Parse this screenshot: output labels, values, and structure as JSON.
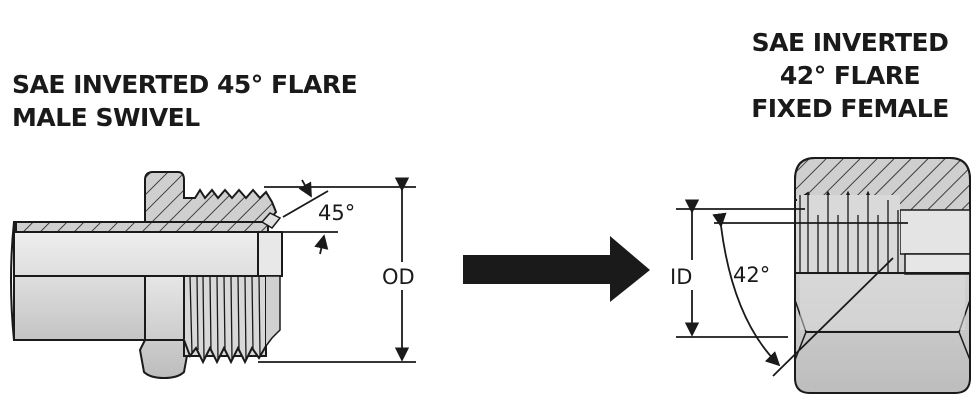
{
  "diagram": {
    "left_fitting": {
      "title_line1": "SAE INVERTED 45°  FLARE",
      "title_line2": "MALE SWIVEL",
      "angle_label": "45°",
      "dimension_label": "OD"
    },
    "right_fitting": {
      "title_line1": "SAE INVERTED",
      "title_line2": "42°  FLARE",
      "title_line3": "FIXED FEMALE",
      "angle_label": "42°",
      "dimension_label": "ID"
    },
    "connector": "arrow-right"
  },
  "colors": {
    "background": "#ffffff",
    "ink": "#1a1a1a",
    "metal_fill": "#d4d4d4",
    "metal_light": "#e8e8e8",
    "hatch_fill": "#c8c8c8"
  }
}
